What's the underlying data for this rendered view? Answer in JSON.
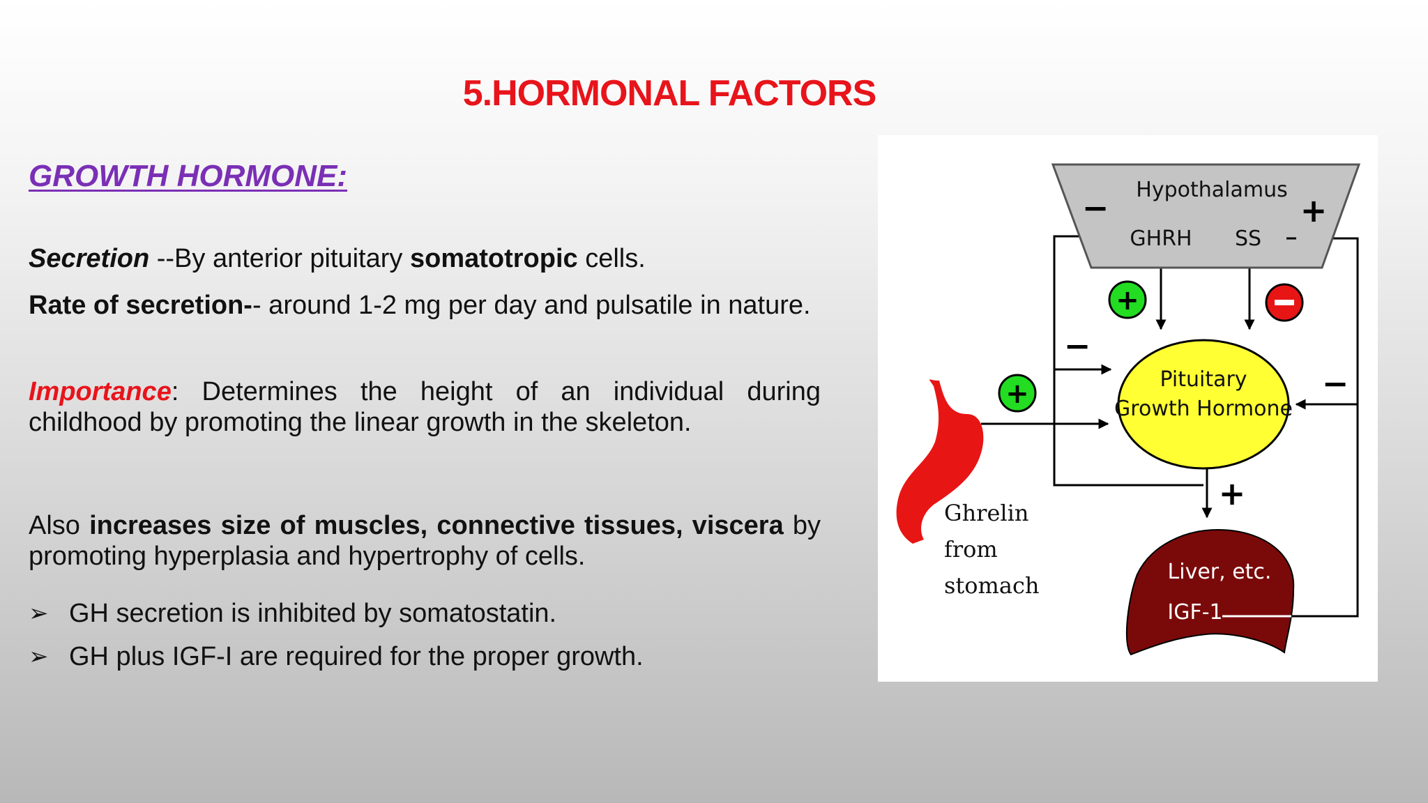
{
  "slide": {
    "title": "5.HORMONAL FACTORS",
    "heading": "GROWTH HORMONE:"
  },
  "secretion": {
    "label": "Secretion",
    "text_1": " --By anterior pituitary ",
    "emphasis": "somatotropic",
    "text_2": " cells."
  },
  "rate": {
    "label": "Rate of secretion-",
    "text": "- around 1-2 mg per day and pulsatile in nature."
  },
  "importance": {
    "label": "Importance",
    "text": ": Determines the height of an individual during childhood by promoting the linear growth in the skeleton."
  },
  "also": {
    "text_1": " Also ",
    "emphasis": "increases size of muscles, connective tissues, viscera",
    "text_2": " by promoting hyperplasia and hypertrophy of cells."
  },
  "bullets": [
    {
      "icon": "arrowhead-bullet-icon",
      "text": "GH secretion is inhibited by somatostatin."
    },
    {
      "icon": "arrowhead-bullet-icon",
      "text": "GH plus IGF-I are required for the proper growth."
    }
  ],
  "diagram": {
    "hypothalamus": "Hypothalamus",
    "ghrh": "GHRH",
    "ss": "SS",
    "pituitary_line1": "Pituitary",
    "pituitary_line2": "Growth Hormone",
    "ghrelin_line1": "Ghrelin",
    "ghrelin_line2": "from",
    "ghrelin_line3": "stomach",
    "liver_line1": "Liver, etc.",
    "igf": "IGF-1",
    "plus": "+",
    "minus": "−",
    "colors": {
      "hypothalamus": "#c4c4c4",
      "pituitary": "#ffff33",
      "liver": "#7a0a0a",
      "stomach": "#e81515",
      "stimulate_badge": "#22dd22",
      "inhibit_badge": "#e81515"
    }
  }
}
